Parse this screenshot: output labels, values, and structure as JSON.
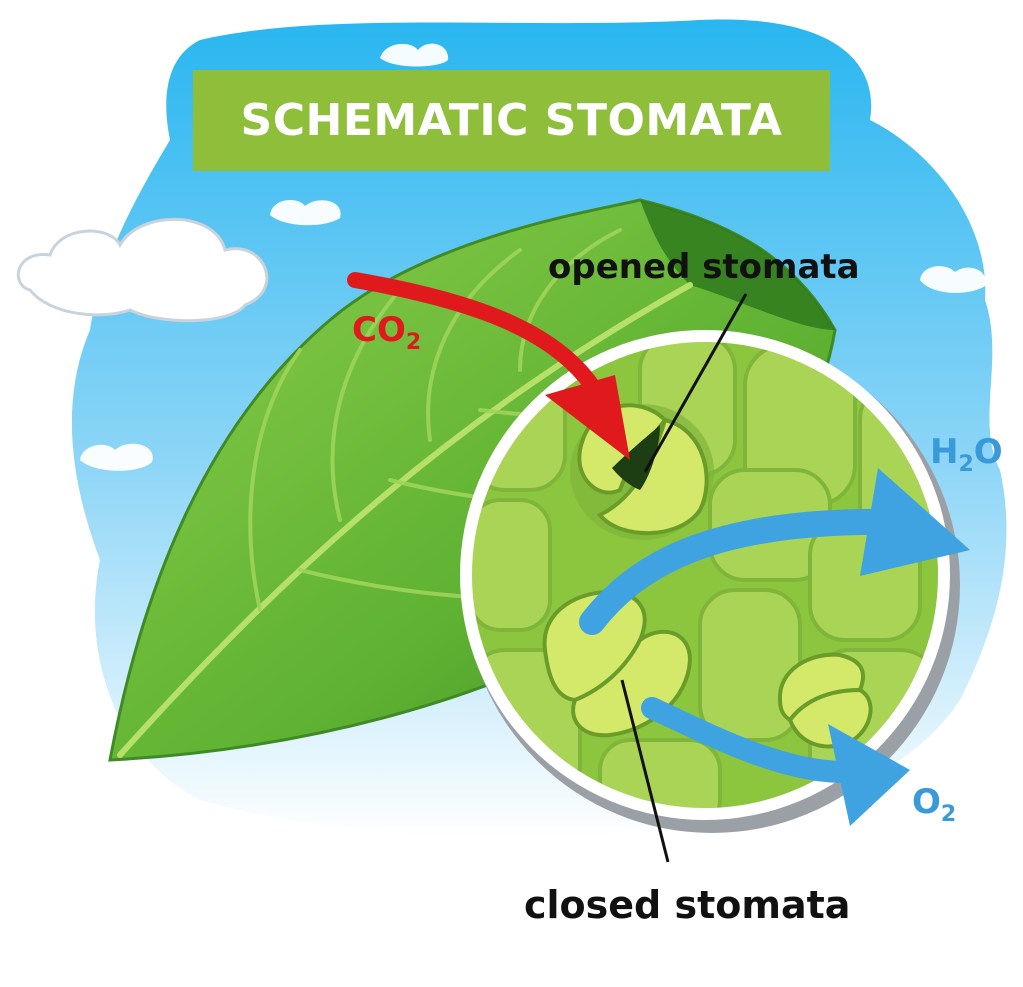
{
  "title": "SCHEMATIC STOMATA",
  "labels": {
    "opened": "opened stomata",
    "closed": "closed stomata",
    "co2": {
      "base": "CO",
      "sub": "2"
    },
    "h2o": {
      "base_a": "H",
      "sub": "2",
      "base_b": "O"
    },
    "o2": {
      "base": "O",
      "sub": "2"
    }
  },
  "colors": {
    "sky": "#4fc3f5",
    "banner": "#8fbf3a",
    "leaf": "#6cbf3c",
    "leaf_dark": "#3e8a24",
    "cell": "#a9d455",
    "cell_wall": "#86bb3a",
    "guard_cell": "#d4e86a",
    "co2_arrow": "#e0191c",
    "water_arrow": "#3ea3e0",
    "co2_text": "#e0191c",
    "gas_text": "#3a9ad9"
  },
  "icons": [
    "cloud-icon",
    "leaf-icon",
    "magnifier-circle-icon",
    "stomata-icon",
    "arrow-icon"
  ]
}
